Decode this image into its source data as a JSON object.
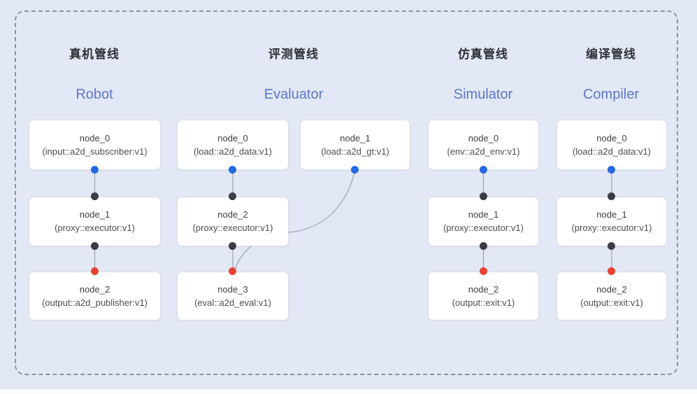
{
  "pipelines": [
    {
      "id": "robot",
      "title_zh": "真机管线",
      "title_en": "Robot",
      "nodes": [
        {
          "name": "node_0",
          "type": "(input::a2d_subscriber:v1)"
        },
        {
          "name": "node_1",
          "type": "(proxy::executor:v1)"
        },
        {
          "name": "node_2",
          "type": "(output::a2d_publisher:v1)"
        }
      ]
    },
    {
      "id": "evaluator",
      "title_zh": "评测管线",
      "title_en": "Evaluator",
      "nodes": [
        {
          "name": "node_0",
          "type": "(load::a2d_data:v1)"
        },
        {
          "name": "node_1",
          "type": "(load::a2d_gt:v1)"
        },
        {
          "name": "node_2",
          "type": "(proxy::executor:v1)"
        },
        {
          "name": "node_3",
          "type": "(eval::a2d_eval:v1)"
        }
      ]
    },
    {
      "id": "simulator",
      "title_zh": "仿真管线",
      "title_en": "Simulator",
      "nodes": [
        {
          "name": "node_0",
          "type": "(env::a2d_env:v1)"
        },
        {
          "name": "node_1",
          "type": "(proxy::executor:v1)"
        },
        {
          "name": "node_2",
          "type": "(output::exit:v1)"
        }
      ]
    },
    {
      "id": "compiler",
      "title_zh": "编译管线",
      "title_en": "Compiler",
      "nodes": [
        {
          "name": "node_0",
          "type": "(load::a2d_data:v1)"
        },
        {
          "name": "node_1",
          "type": "(proxy::executor:v1)"
        },
        {
          "name": "node_2",
          "type": "(output::exit:v1)"
        }
      ]
    }
  ],
  "colors": {
    "background": "#e3e8f6",
    "dashed_frame": "#8b92a0",
    "node_background": "#ffffff",
    "node_border": "#dadce2",
    "title_zh": "#2f3136",
    "title_en": "#5a78c8",
    "port_blue": "#2469e3",
    "port_black": "#3a3d42",
    "port_red": "#e84330",
    "edge": "#9ba1ad"
  }
}
